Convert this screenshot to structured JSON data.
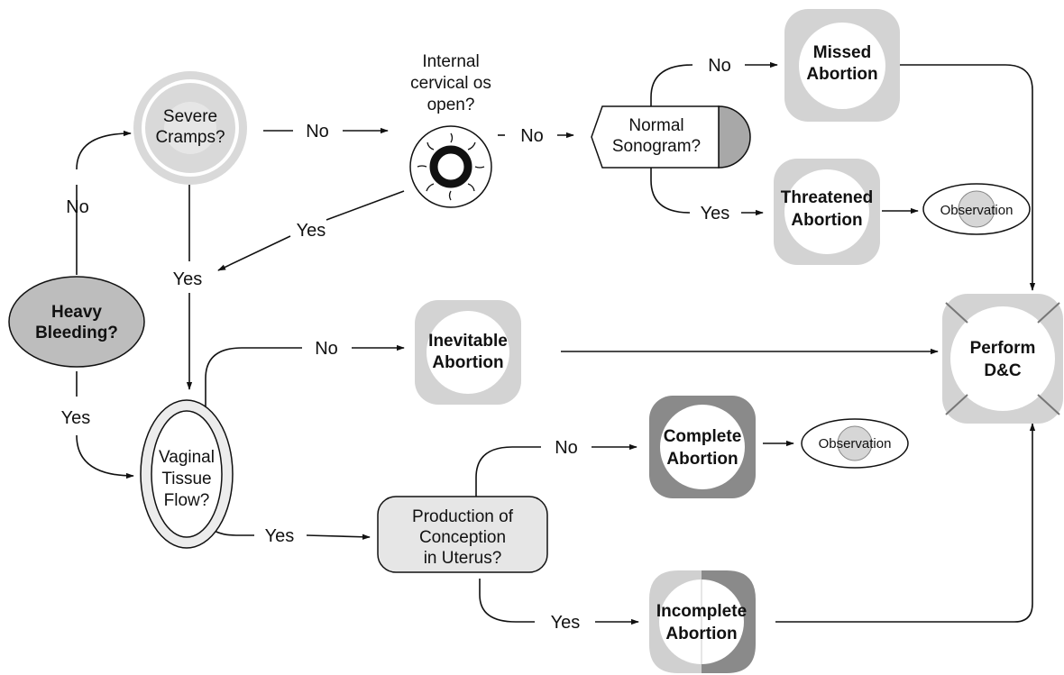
{
  "colors": {
    "light_gray": "#d6d6d6",
    "mid_gray": "#bdbdbd",
    "dark_gray": "#8a8a8a",
    "pale_gray": "#e6e6e6",
    "ink": "#111111"
  },
  "nodes": {
    "heavy_bleeding": [
      "Heavy",
      "Bleeding?"
    ],
    "severe_cramps": [
      "Severe",
      "Cramps?"
    ],
    "internal_os": [
      "Internal",
      "cervical os",
      "open?"
    ],
    "normal_sonogram": [
      "Normal",
      "Sonogram?"
    ],
    "missed_abortion": [
      "Missed",
      "Abortion"
    ],
    "threatened_abortion": [
      "Threatened",
      "Abortion"
    ],
    "observation_1": "Observation",
    "inevitable_abortion": [
      "Inevitable",
      "Abortion"
    ],
    "perform_dc": [
      "Perform",
      "D&C"
    ],
    "vaginal_tissue": [
      "Vaginal",
      "Tissue",
      "Flow?"
    ],
    "production_conception": [
      "Production of",
      "Conception",
      "in Uterus?"
    ],
    "complete_abortion": [
      "Complete",
      "Abortion"
    ],
    "observation_2": "Observation",
    "incomplete_abortion": [
      "Incomplete",
      "Abortion"
    ]
  },
  "edge_labels": {
    "bleeding_no": "No",
    "bleeding_yes": "Yes",
    "cramps_no": "No",
    "cramps_yes": "Yes",
    "os_yes": "Yes",
    "os_no": "No",
    "sono_no": "No",
    "sono_yes": "Yes",
    "tissue_no": "No",
    "tissue_yes": "Yes",
    "poc_no": "No",
    "poc_yes": "Yes"
  }
}
